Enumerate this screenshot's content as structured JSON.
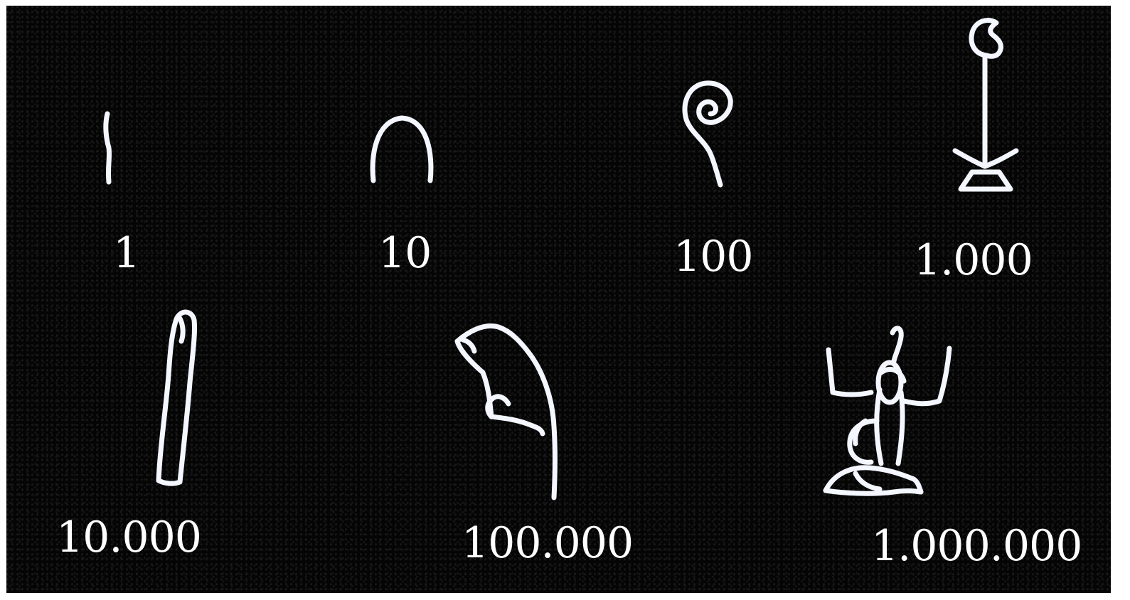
{
  "numerals": [
    {
      "value": "1",
      "icon": "stroke-icon"
    },
    {
      "value": "10",
      "icon": "heel-bone-icon"
    },
    {
      "value": "100",
      "icon": "coil-of-rope-icon"
    },
    {
      "value": "1.000",
      "icon": "lotus-plant-icon"
    },
    {
      "value": "10.000",
      "icon": "finger-icon"
    },
    {
      "value": "100.000",
      "icon": "tadpole-frog-icon"
    },
    {
      "value": "1.000.000",
      "icon": "heh-god-icon"
    }
  ],
  "colors": {
    "background": "#050505",
    "stroke": "#f4f7ff",
    "text": "#ffffff"
  }
}
